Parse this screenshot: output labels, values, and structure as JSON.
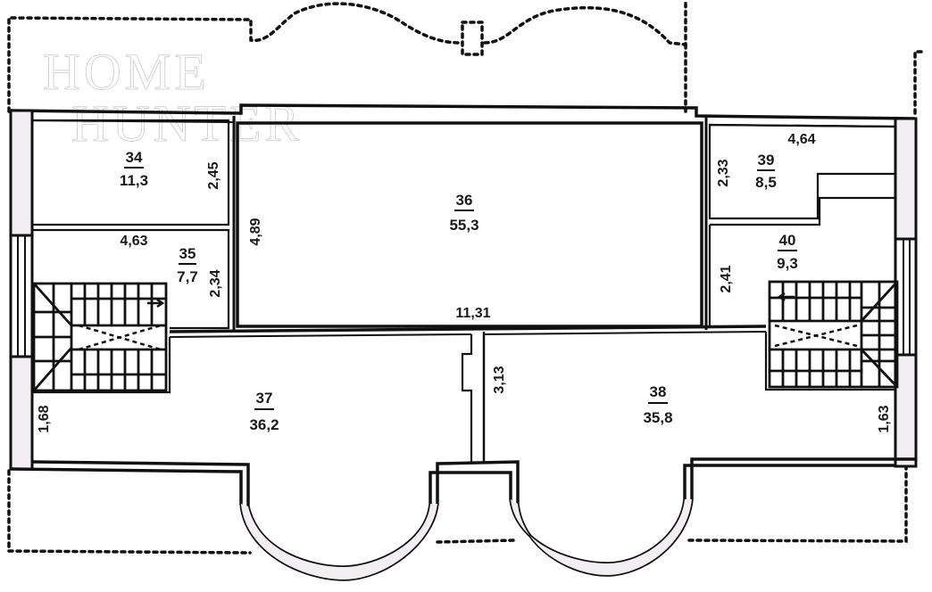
{
  "watermark": {
    "line1": "HOME",
    "line2": "HUNTER"
  },
  "rooms": [
    {
      "number": "34",
      "area": "11,3"
    },
    {
      "number": "35",
      "area": "7,7"
    },
    {
      "number": "36",
      "area": "55,3"
    },
    {
      "number": "37",
      "area": "36,2"
    },
    {
      "number": "38",
      "area": "35,8"
    },
    {
      "number": "39",
      "area": "8,5"
    },
    {
      "number": "40",
      "area": "9,3"
    }
  ],
  "dimensions": {
    "room34_height": "2,45",
    "room35_width": "4,63",
    "room35_height": "2,34",
    "room36_height": "4,89",
    "room36_width": "11,31",
    "room37_height": "1,68",
    "room38_left_height": "3,13",
    "room38_right_height": "1,63",
    "room39_width": "4,64",
    "room39_height": "2,33",
    "room40_height": "2,41"
  }
}
